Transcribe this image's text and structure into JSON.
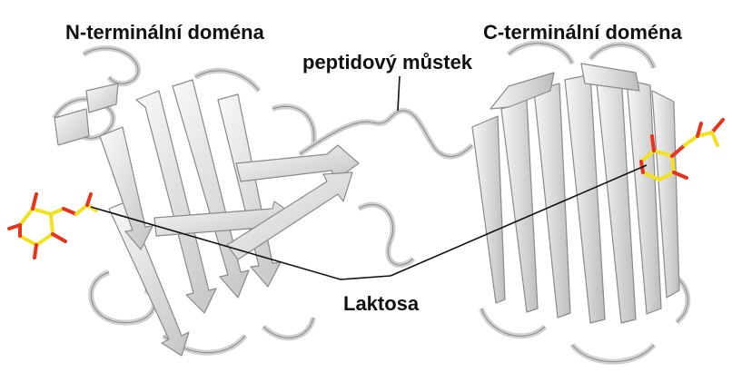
{
  "labels": {
    "n_domain": "N-terminální doména",
    "c_domain": "C-terminální doména",
    "bridge": "peptidový můstek",
    "lactose": "Laktosa"
  },
  "colors": {
    "background": "#ffffff",
    "ribbon_fill": "#e2e2e2",
    "ribbon_stroke": "#8a8a8a",
    "sugar_carbon": "#f2e21e",
    "sugar_oxygen": "#e8331c",
    "pointer": "#111111"
  },
  "icons": [
    "ribbon-protein-structure",
    "lactose-stick-model"
  ]
}
